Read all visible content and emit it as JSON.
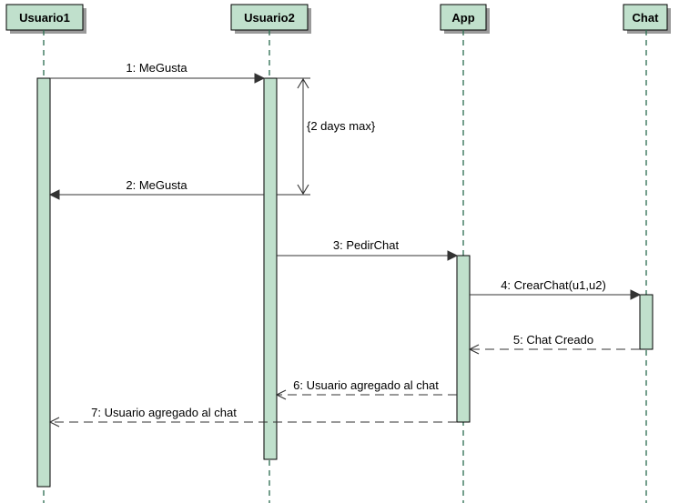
{
  "lifelines": [
    {
      "id": "usuario1",
      "label": "Usuario1"
    },
    {
      "id": "usuario2",
      "label": "Usuario2"
    },
    {
      "id": "app",
      "label": "App"
    },
    {
      "id": "chat",
      "label": "Chat"
    }
  ],
  "messages": [
    {
      "label": "1: MeGusta",
      "kind": "sync"
    },
    {
      "label": "2: MeGusta",
      "kind": "sync"
    },
    {
      "label": "3: PedirChat",
      "kind": "sync"
    },
    {
      "label": "4: CrearChat(u1,u2)",
      "kind": "sync"
    },
    {
      "label": "5: Chat Creado",
      "kind": "return"
    },
    {
      "label": "6: Usuario agregado al chat",
      "kind": "return"
    },
    {
      "label": "7: Usuario agregado al chat",
      "kind": "return"
    }
  ],
  "constraint": {
    "label": "{2 days max}"
  },
  "colors": {
    "box_fill": "#c0e0cc",
    "lifeline": "#2a6b4e",
    "line": "#333333"
  }
}
